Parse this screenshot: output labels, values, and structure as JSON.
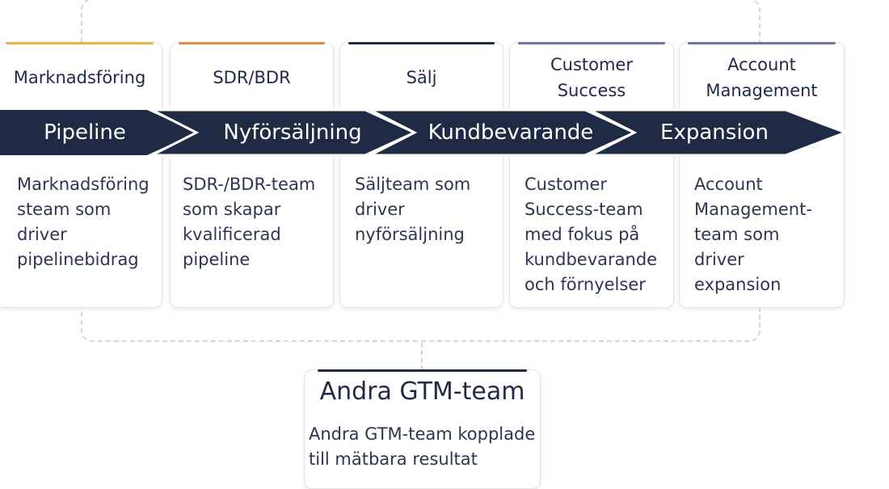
{
  "colors": {
    "navy": "#1f2a44",
    "accent_yellow": "#e8b24a",
    "accent_orange": "#e48a3c",
    "accent_slate": "#6b7a99"
  },
  "teams": [
    {
      "title": "Marknadsföring",
      "desc": "Marknadsföring\nsteam som\ndriver\npipelinebidrag",
      "accent": "#e8b24a"
    },
    {
      "title": "SDR/BDR",
      "desc": "SDR-/BDR-team\nsom skapar\nkvalificerad\npipeline",
      "accent": "#e48a3c"
    },
    {
      "title": "Sälj",
      "desc": "Säljteam som\ndriver\nnyförsäljning",
      "accent": "#1f2a44"
    },
    {
      "title": "Customer\nSuccess",
      "desc": "Customer\nSuccess-team\nmed fokus på\nkundbevarande\noch förnyelser",
      "accent": "#6b7a99"
    },
    {
      "title": "Account\nManagement",
      "desc": "Account\nManagement-\nteam som\ndriver\nexpansion",
      "accent": "#6b7a99"
    }
  ],
  "stages": [
    "Pipeline",
    "Nyförsäljning",
    "Kundbevarande",
    "Expansion"
  ],
  "other_teams": {
    "title": "Andra GTM-team",
    "desc": "Andra GTM-team kopplade\ntill mätbara resultat"
  }
}
